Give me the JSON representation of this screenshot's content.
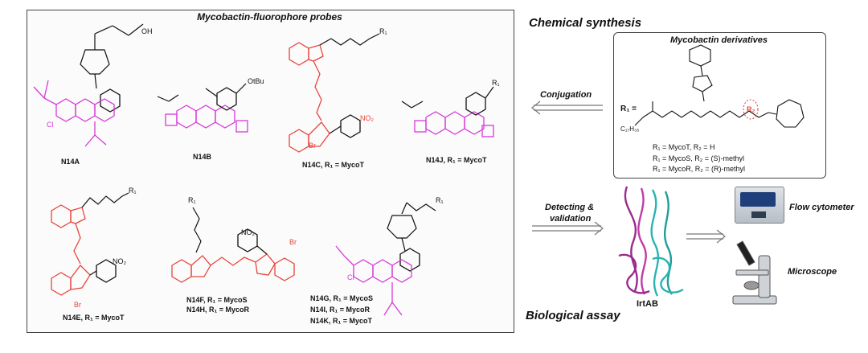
{
  "left_panel": {
    "title": "Mycobactin-fluorophore probes",
    "probes": [
      {
        "id": "N14A",
        "caption": "N14A",
        "color": "#d63ad8"
      },
      {
        "id": "N14B",
        "caption": "N14B",
        "color": "#d63ad8"
      },
      {
        "id": "N14C",
        "caption": "N14C, R₁ = MycoT",
        "color": "#e8453c"
      },
      {
        "id": "N14J",
        "caption": "N14J, R₁ = MycoT",
        "color": "#d63ad8"
      },
      {
        "id": "N14E",
        "caption": "N14E, R₁ = MycoT",
        "color": "#e8453c"
      },
      {
        "id": "N14FH",
        "caption_lines": [
          "N14F, R₁ = MycoS",
          "N14H, R₁ = MycoR"
        ],
        "color": "#e8453c"
      },
      {
        "id": "N14GIK",
        "caption_lines": [
          "N14G, R₁ = MycoS",
          "N14I, R₁ = MycoR",
          "N14K, R₁ = MycoT"
        ],
        "color": "#d63ad8"
      }
    ],
    "fragment_labels": {
      "acid": "OH",
      "obu": "OtBu",
      "no2": "NO₂",
      "br": "Br",
      "cl": "Cl",
      "r1": "R₁"
    }
  },
  "right_panel": {
    "title": "Mycobactin derivatives",
    "r1_label": "R₁ =",
    "r2_label": "R₂",
    "chain_label": "C₁₇H₃₅",
    "legend": [
      "R₁ = MycoT, R₂ = H",
      "R₁ = MycoS,  R₂ = (S)-methyl",
      "R₁ = MycoR,  R₂ = (R)-methyl"
    ]
  },
  "labels": {
    "chemical_synthesis": "Chemical synthesis",
    "biological_assay": "Biological assay",
    "conjugation": "Conjugation",
    "detecting_1": "Detecting &",
    "detecting_2": "validation",
    "protein": "IrtAB",
    "flow": "Flow cytometer",
    "microscope": "Microscope"
  },
  "colors": {
    "magenta": "#d63ad8",
    "red": "#e8453c",
    "purple": "#9b2a8f",
    "teal": "#2bb3b0"
  }
}
